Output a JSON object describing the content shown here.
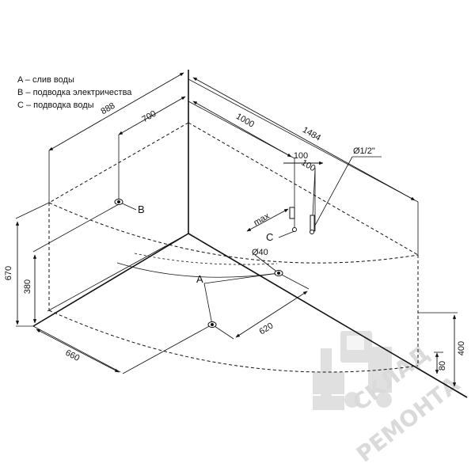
{
  "legend": {
    "a": "A – слив воды",
    "b": "B – подводка электричества",
    "c": "C – подводка воды"
  },
  "dimensions": {
    "d888": "888",
    "d700": "700",
    "d1000": "1000",
    "d1484": "1484",
    "d100a": "100",
    "d100b": "100",
    "max": "max",
    "d12": "Ø1/2\"",
    "d40": "Ø40",
    "d670": "670",
    "d380": "380",
    "d660": "660",
    "d620": "620",
    "d400": "400",
    "d80": "80"
  },
  "points": {
    "a": "A",
    "b": "B",
    "c": "C"
  },
  "watermark": {
    "line1": "СКЛАД",
    "line2": "РЕМОНТА"
  }
}
